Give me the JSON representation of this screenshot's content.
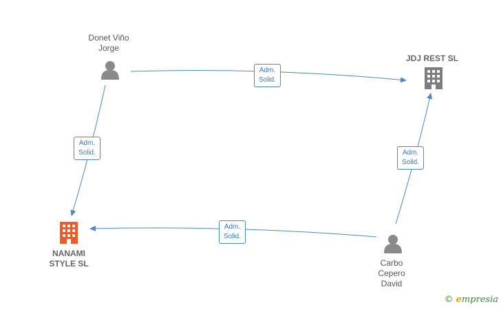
{
  "nodes": {
    "donet": {
      "label": "Donet Viño\nJorge",
      "icon": "person-icon"
    },
    "jdj": {
      "label": "JDJ REST  SL",
      "icon": "building-icon"
    },
    "nanami": {
      "label": "NANAMI\nSTYLE  SL",
      "icon": "building-icon"
    },
    "carbo": {
      "label": "Carbo\nCepero\nDavid",
      "icon": "person-icon"
    }
  },
  "edges": [
    {
      "from": "donet",
      "to": "jdj",
      "label": "Adm.\nSolid."
    },
    {
      "from": "donet",
      "to": "nanami",
      "label": "Adm.\nSolid."
    },
    {
      "from": "carbo",
      "to": "jdj",
      "label": "Adm.\nSolid."
    },
    {
      "from": "carbo",
      "to": "nanami",
      "label": "Adm.\nSolid."
    }
  ],
  "colors": {
    "edge": "#4a86c8",
    "person": "#8a8a8a",
    "company": "#7d7d7d",
    "highlight_company": "#f05a28"
  },
  "brand": {
    "copyright": "©",
    "name_first": "e",
    "name_rest": "mpresia"
  }
}
